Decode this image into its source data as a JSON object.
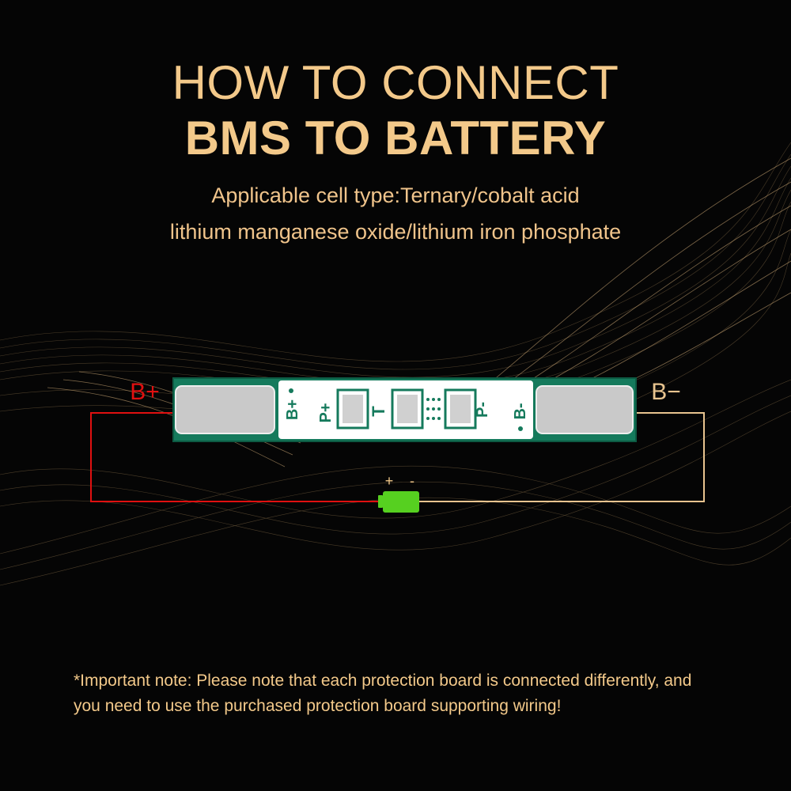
{
  "title": {
    "line1": "HOW TO CONNECT",
    "line2": "BMS TO BATTERY"
  },
  "subtitle": {
    "line1": "Applicable cell type:Ternary/cobalt acid",
    "line2": "lithium manganese oxide/lithium iron phosphate"
  },
  "diagram": {
    "terminal_positive": "B+",
    "terminal_negative": "B−",
    "board_labels": {
      "b_plus": "B+",
      "p_plus": "P+",
      "t": "T",
      "p_minus": "P-",
      "b_minus": "B-"
    },
    "battery_plus": "+",
    "battery_minus": "-"
  },
  "colors": {
    "title": "#f3c98a",
    "positive_wire": "#e01010",
    "negative_wire": "#e8c48f",
    "battery": "#56d020",
    "board": "#157a5c"
  },
  "note": {
    "text": "*Important note: Please note that each protection board is connected differently, and you need to use the purchased protection board supporting wiring!"
  }
}
